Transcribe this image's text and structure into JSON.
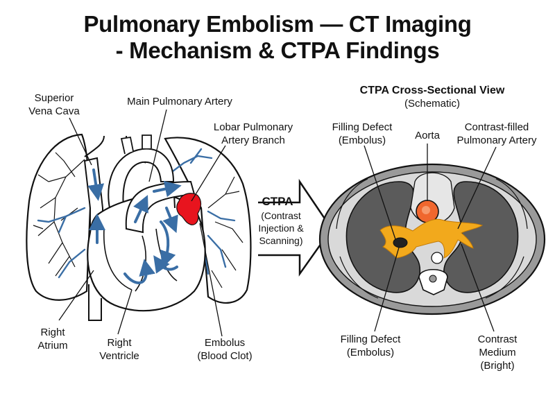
{
  "title": {
    "line1": "Pulmonary Embolism — CT Imaging",
    "line2": "- Mechanism & CTPA Findings"
  },
  "heart_labels": {
    "svc_1": "Superior",
    "svc_2": "Vena Cava",
    "main_pa": "Main Pulmonary Artery",
    "lobar_1": "Lobar Pulmonary",
    "lobar_2": "Artery Branch",
    "ra_1": "Right",
    "ra_2": "Atrium",
    "rv_1": "Right",
    "rv_2": "Ventricle",
    "emb_1": "Embolus",
    "emb_2": "(Blood Clot)"
  },
  "ctpa_arrow": {
    "title": "CTPA",
    "line1": "(Contrast",
    "line2": "Injection &",
    "line3": "Scanning)"
  },
  "ct_view": {
    "title": "CTPA Cross-Sectional View",
    "subtitle": "(Schematic)",
    "fd_top_1": "Filling Defect",
    "fd_top_2": "(Embolus)",
    "aorta": "Aorta",
    "cfpa_1": "Contrast-filled",
    "cfpa_2": "Pulmonary Artery",
    "fd_bot_1": "Filling Defect",
    "fd_bot_2": "(Embolus)",
    "cm_1": "Contrast",
    "cm_2": "Medium",
    "cm_3": "(Bright)"
  },
  "colors": {
    "flow_arrow": "#3a6ea5",
    "embolus": "#e8141e",
    "contrast": "#f2a91c",
    "aorta_fill": "#f0672e",
    "lung_field": "#5b5b5b",
    "body_outline": "#9a9a9a"
  }
}
